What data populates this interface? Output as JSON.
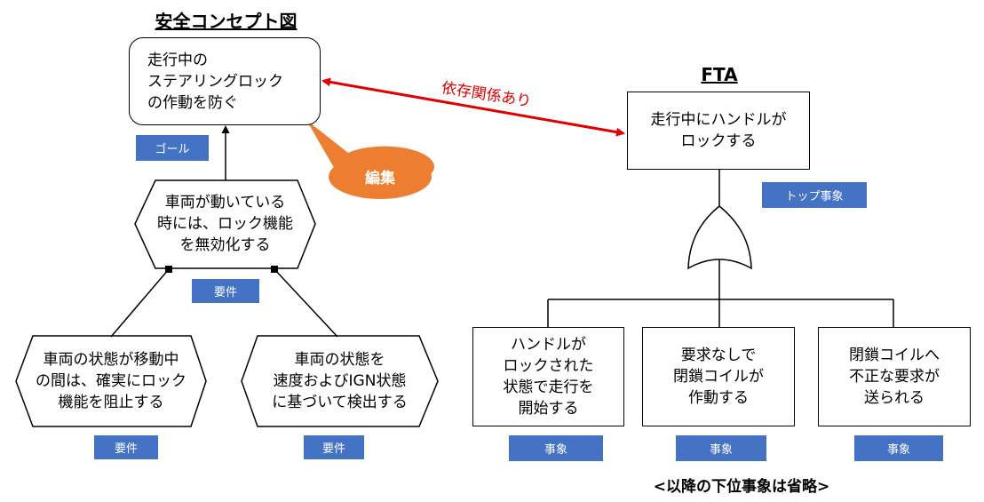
{
  "safety": {
    "title": "安全コンセプト図",
    "goal_lines": [
      "走行中の",
      "ステアリングロック",
      "の作動を防ぐ"
    ],
    "goal_tag": "ゴール",
    "callout": "編集",
    "req_top_lines": [
      "車両が動いている",
      "時には、ロック機能",
      "を無効化する"
    ],
    "req_tag": "要件",
    "req_left_lines": [
      "車両の状態が移動中",
      "の間は、確実にロック",
      "機能を阻止する"
    ],
    "req_left_tag": "要件",
    "req_right_lines": [
      "車両の状態を",
      "速度およびIGN状態",
      "に基づいて検出する"
    ],
    "req_right_tag": "要件"
  },
  "link_label": "依存関係あり",
  "fta": {
    "title": "FTA",
    "top_lines": [
      "走行中にハンドルが",
      "ロックする"
    ],
    "top_tag": "トップ事象",
    "events": [
      {
        "lines": [
          "ハンドルが",
          "ロックされた",
          "状態で走行を",
          "開始する"
        ],
        "tag": "事象"
      },
      {
        "lines": [
          "要求なしで",
          "閉鎖コイルが",
          "作動する"
        ],
        "tag": "事象"
      },
      {
        "lines": [
          "閉鎖コイルへ",
          "不正な要求が",
          "送られる"
        ],
        "tag": "事象"
      }
    ],
    "footnote": "<以降の下位事象は省略>"
  },
  "colors": {
    "tag_bg": "#4472C4",
    "arrow": "#e00000",
    "callout": "#ED7D31"
  }
}
